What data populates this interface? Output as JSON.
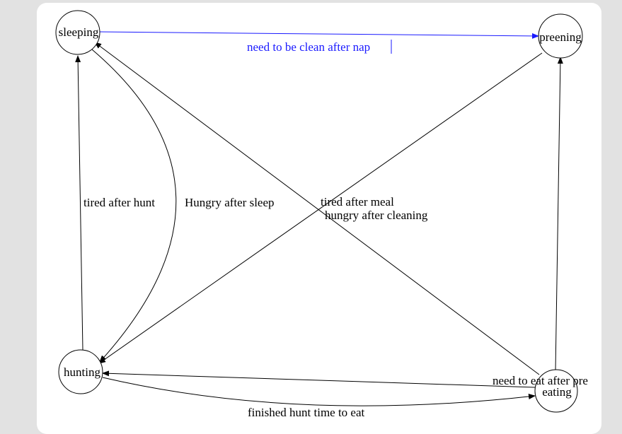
{
  "nodes": {
    "sleeping": "sleeping",
    "preening": "preening",
    "hunting": "hunting",
    "eating": "eating"
  },
  "edges": {
    "sleeping_to_preening": "need to be clean after nap",
    "hunting_to_sleeping": "tired after hunt",
    "sleeping_to_hunting": "Hungry after sleep",
    "eating_to_sleeping": "tired after meal",
    "preening_to_hunting": "hungry after cleaning",
    "eating_to_preening": "need to eat after pre",
    "hunting_to_eating": "finished hunt time to eat"
  },
  "colors": {
    "selected_edge": "#1a1aff",
    "default": "#000000",
    "canvas": "#ffffff",
    "background": "#e2e2e2"
  }
}
